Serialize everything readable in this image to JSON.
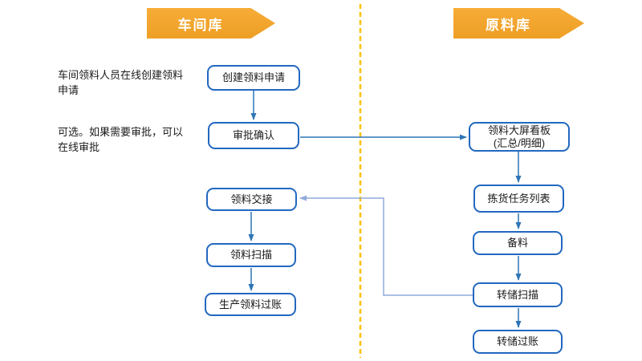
{
  "lanes": {
    "workshop": {
      "label": "车间库"
    },
    "raw_material": {
      "label": "原料库"
    }
  },
  "annotations": {
    "create_note": {
      "text": "车间领料人员在线创建领料申请"
    },
    "approval_note": {
      "text": "可选。如果需要审批，可以在线审批"
    }
  },
  "nodes": {
    "create_request": {
      "label": "创建领料申请"
    },
    "approve_confirm": {
      "label": "审批确认"
    },
    "material_handover": {
      "label": "领料交接"
    },
    "material_scan": {
      "label": "领料扫描"
    },
    "production_issue_post": {
      "label": "生产领料过账"
    },
    "dashboard": {
      "line1": "领料大屏看板",
      "line2": "(汇总/明细)"
    },
    "picking_task_list": {
      "label": "拣货任务列表"
    },
    "prepare_material": {
      "label": "备料"
    },
    "transfer_scan": {
      "label": "转储扫描"
    },
    "transfer_post": {
      "label": "转储过账"
    }
  },
  "colors": {
    "banner_orange": "#F2A431",
    "divider_yellow": "#FFC000",
    "box_border_blue": "#2268C0",
    "connector_blue": "#2E75B6",
    "connector_light_blue": "#8FAADC",
    "banner_text": "#FFFFFF",
    "body_text": "#1A1A1A"
  }
}
